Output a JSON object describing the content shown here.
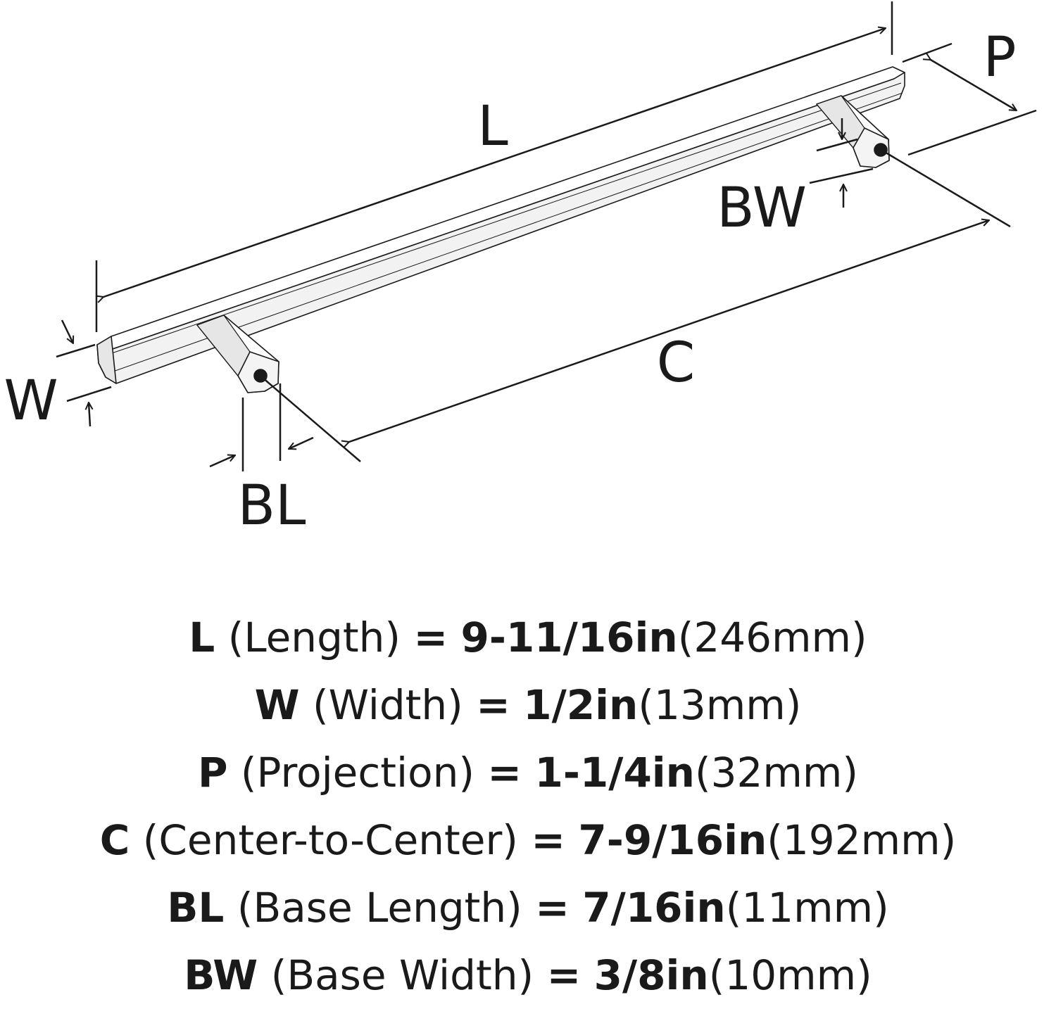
{
  "diagram": {
    "labels": {
      "L": "L",
      "P": "P",
      "BW": "BW",
      "C": "C",
      "W": "W",
      "BL": "BL"
    },
    "colors": {
      "stroke": "#1a1a1a",
      "bar_fill": "#ffffff",
      "bar_shade": "#e6e6e6"
    }
  },
  "specs": [
    {
      "code": "L",
      "name": "(Length)",
      "eq": "=",
      "imperial": "9-11/16in",
      "metric": "(246mm)"
    },
    {
      "code": "W",
      "name": "(Width)",
      "eq": "=",
      "imperial": "1/2in",
      "metric": "(13mm)"
    },
    {
      "code": "P",
      "name": "(Projection)",
      "eq": "=",
      "imperial": "1-1/4in",
      "metric": "(32mm)"
    },
    {
      "code": "C",
      "name": "(Center-to-Center)",
      "eq": "=",
      "imperial": "7-9/16in",
      "metric": "(192mm)"
    },
    {
      "code": "BL",
      "name": "(Base Length)",
      "eq": "=",
      "imperial": "7/16in",
      "metric": "(11mm)"
    },
    {
      "code": "BW",
      "name": "(Base Width)",
      "eq": "=",
      "imperial": "3/8in",
      "metric": "(10mm)"
    }
  ]
}
